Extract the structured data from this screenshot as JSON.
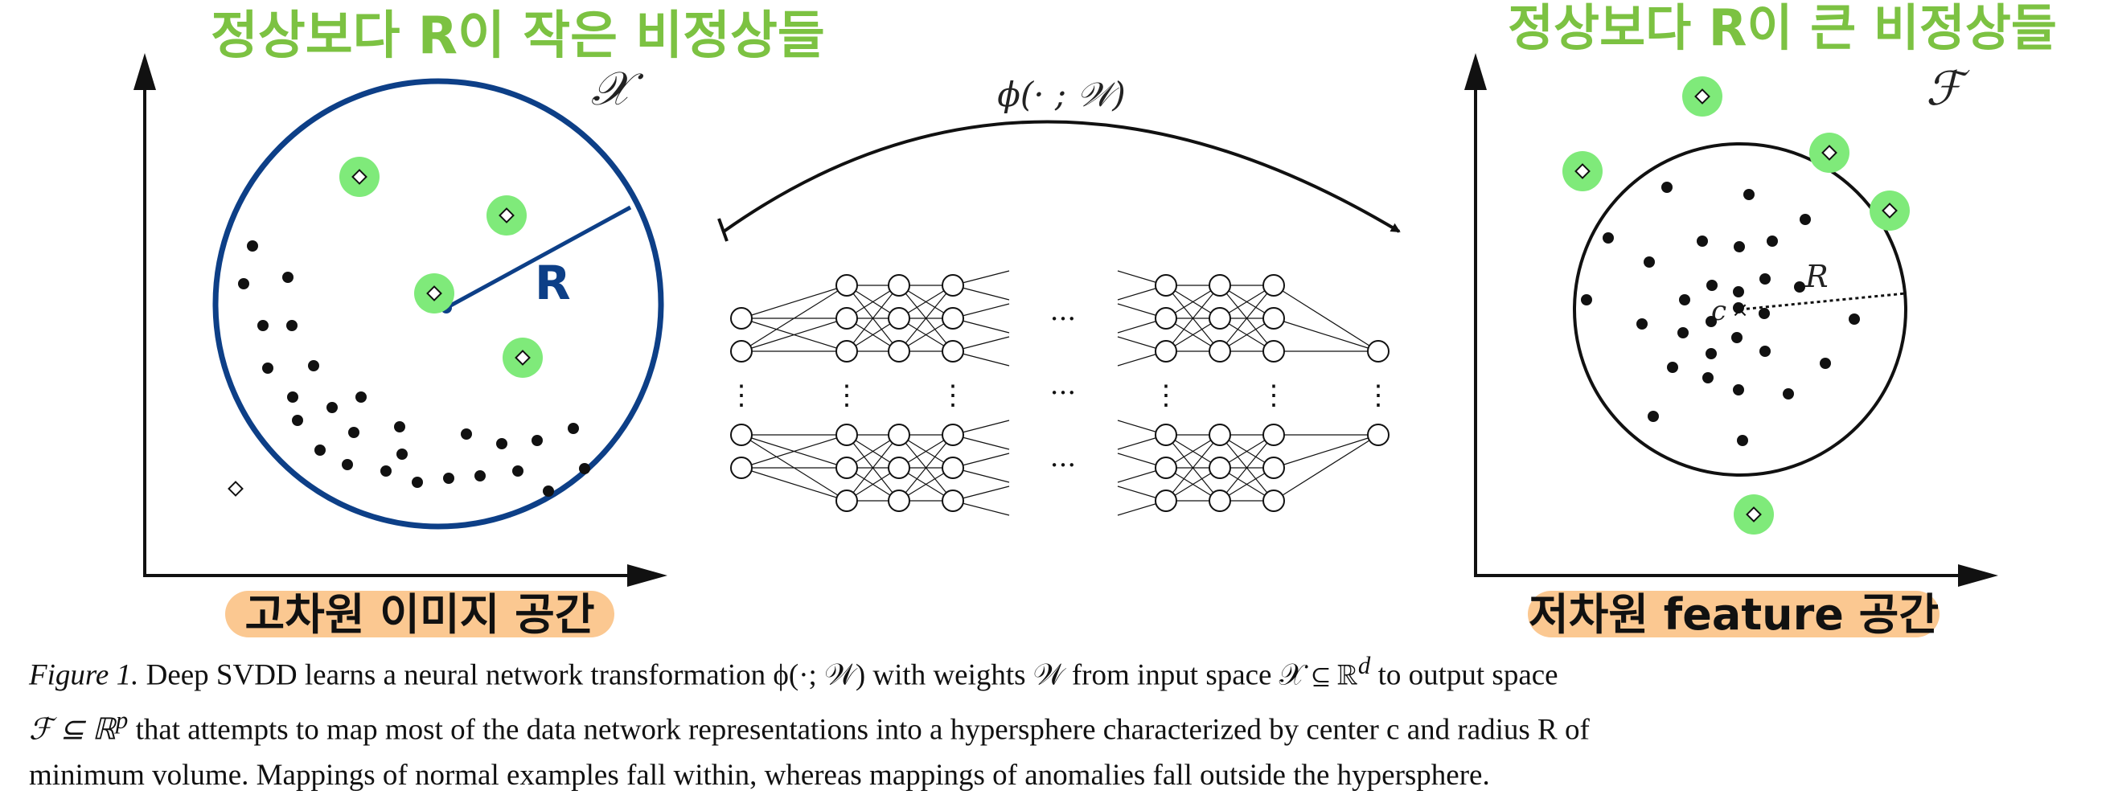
{
  "annotations": {
    "left_title": "정상보다 R이 작은 비정상들",
    "right_title": "정상보다 R이 큰 비정상들",
    "left_space_label": "고차원 이미지 공간",
    "right_space_label": "저차원 feature 공간",
    "left_radius_label": "R"
  },
  "figure": {
    "input_space_symbol": "𝒳",
    "output_space_symbol": "ℱ",
    "mapping_label": "ϕ(· ; 𝒲)",
    "center_label": "c",
    "radius_label": "R",
    "ellipsis": "···",
    "vdots": "⋮"
  },
  "caption": {
    "label": "Figure 1.",
    "line1_text": " Deep SVDD learns a neural network transformation ϕ(·; 𝒲) with weights 𝒲 from input space 𝒳 ⊆ ℝ",
    "line1_sup": "d",
    "line1_end": " to output space",
    "line2_start": "ℱ ⊆ ℝ",
    "line2_sup": "p",
    "line2_text": " that attempts to map most of the data network representations into a hypersphere characterized by center c and radius R of",
    "line3_text": "minimum volume. Mappings of normal examples fall within, whereas mappings of anomalies fall outside the hypersphere."
  },
  "colors": {
    "handwriting_green": "#7cc242",
    "highlight_green": "#7fea7a",
    "circle_blue": "#0d3f87",
    "label_highlight_orange": "#fbc891"
  }
}
